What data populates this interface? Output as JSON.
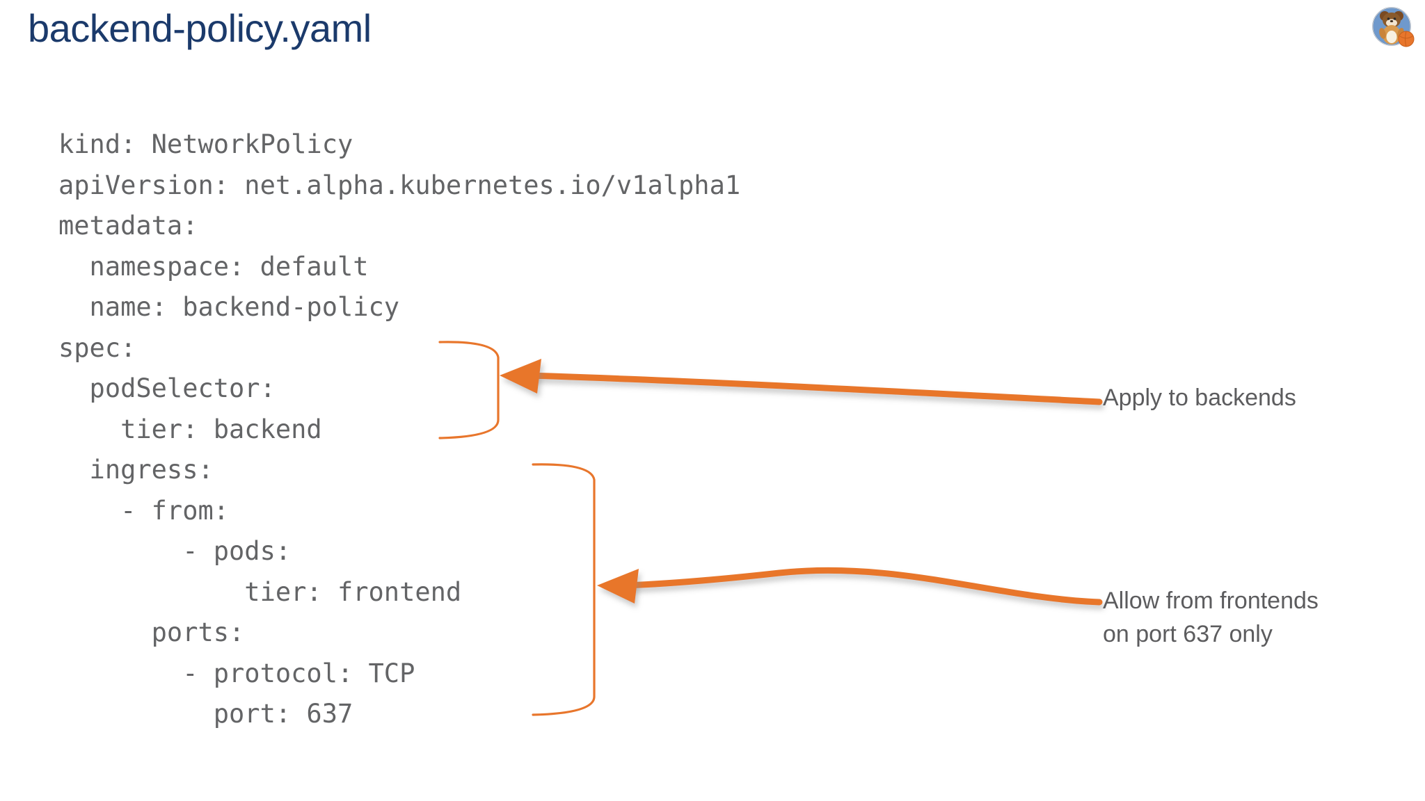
{
  "slide": {
    "title": "backend-policy.yaml",
    "title_color": "#1b3a6b",
    "background_color": "#ffffff"
  },
  "logo": {
    "name": "bear-mascot-logo",
    "circle_color": "#5b87bf",
    "ball_color": "#e8762c",
    "body_color": "#e09a46",
    "head_color": "#8a5a2b"
  },
  "code": {
    "language": "yaml",
    "text_color": "#636466",
    "lines": [
      "kind: NetworkPolicy",
      "apiVersion: net.alpha.kubernetes.io/v1alpha1",
      "metadata:",
      "  namespace: default",
      "  name: backend-policy",
      "spec:",
      "  podSelector:",
      "    tier: backend",
      "  ingress:",
      "    - from:",
      "        - pods:",
      "            tier: frontend",
      "      ports:",
      "        - protocol: TCP",
      "          port: 637"
    ]
  },
  "annotations": [
    {
      "id": "apply-to-backends",
      "label": "Apply to backends",
      "bracket_color": "#e8762c",
      "arrow_color": "#e8762c",
      "text_color": "#5c5c5e"
    },
    {
      "id": "allow-from-frontends",
      "label": "Allow from frontends\non port 637 only",
      "bracket_color": "#e8762c",
      "arrow_color": "#e8762c",
      "text_color": "#5c5c5e"
    }
  ]
}
